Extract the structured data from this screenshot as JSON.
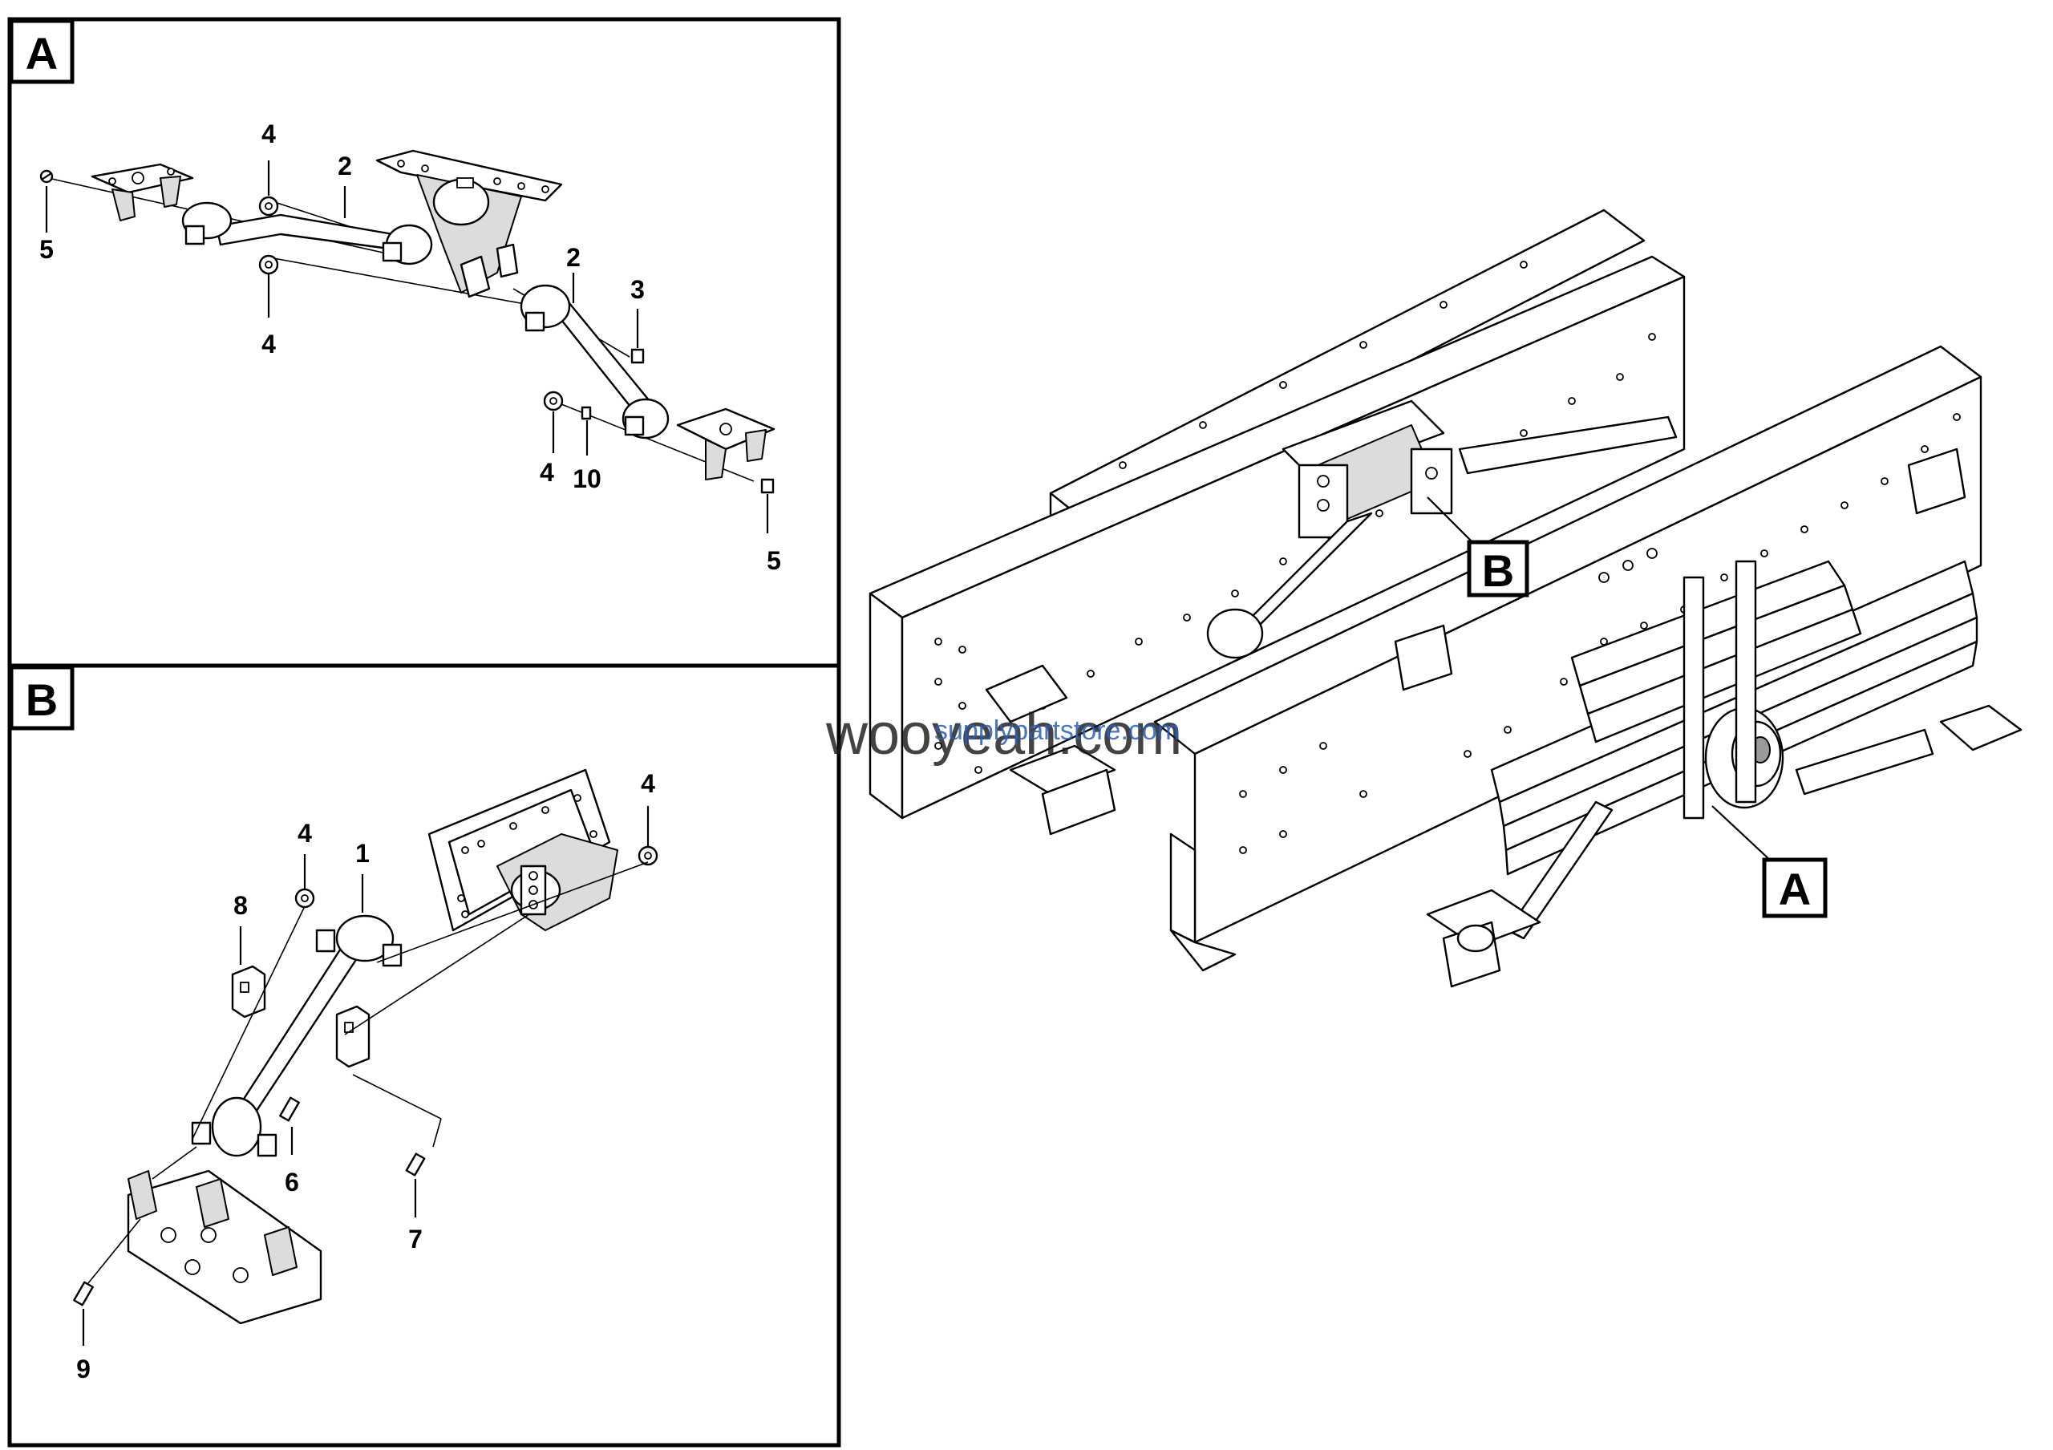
{
  "panels": {
    "a": {
      "label": "A"
    },
    "b": {
      "label": "B"
    }
  },
  "callouts_a": {
    "c1": "4",
    "c2": "2",
    "c3": "5",
    "c4": "4",
    "c5": "2",
    "c6": "3",
    "c7": "4",
    "c8": "10",
    "c9": "5"
  },
  "callouts_b": {
    "c1": "4",
    "c2": "4",
    "c3": "1",
    "c4": "8",
    "c5": "6",
    "c6": "7",
    "c7": "9"
  },
  "main_view": {
    "label_b": "B",
    "label_a": "A"
  },
  "watermark": {
    "main": "wooyeah.com",
    "sub": "supplypartstore.com"
  },
  "colors": {
    "line": "#000000",
    "background": "#ffffff",
    "watermark_sub": "#2a5fb8"
  }
}
